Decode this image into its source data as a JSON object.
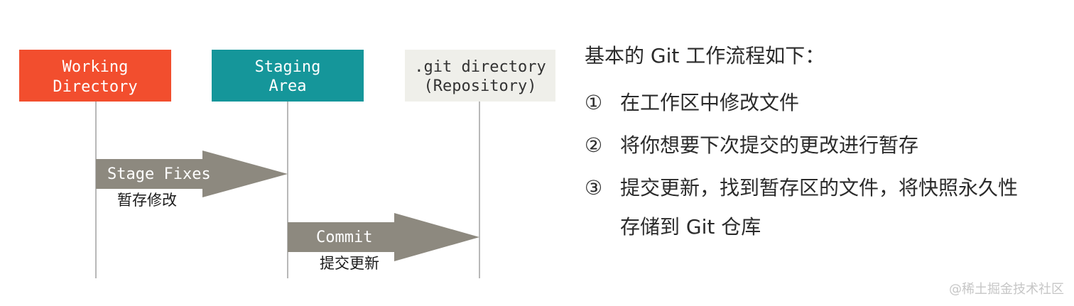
{
  "colors": {
    "working": "#f24e2e",
    "staging": "#15969a",
    "repo": "#efefea",
    "arrow": "#8d897f",
    "line": "#a6a6a6"
  },
  "diagram": {
    "boxes": [
      {
        "line1": "Working",
        "line2": "Directory"
      },
      {
        "line1": "Staging",
        "line2": "Area"
      },
      {
        "line1": ".git directory",
        "line2": "(Repository)"
      }
    ],
    "arrows": [
      {
        "label": "Stage Fixes",
        "caption": "暂存修改"
      },
      {
        "label": "Commit",
        "caption": "提交更新"
      }
    ]
  },
  "panel": {
    "heading": "基本的 Git 工作流程如下：",
    "steps": [
      {
        "num": "①",
        "text": "在工作区中修改文件"
      },
      {
        "num": "②",
        "text": "将你想要下次提交的更改进行暂存"
      },
      {
        "num": "③",
        "text": "提交更新，找到暂存区的文件，将快照永久性",
        "cont": "存储到 Git 仓库"
      }
    ]
  },
  "watermark": "@稀土掘金技术社区"
}
